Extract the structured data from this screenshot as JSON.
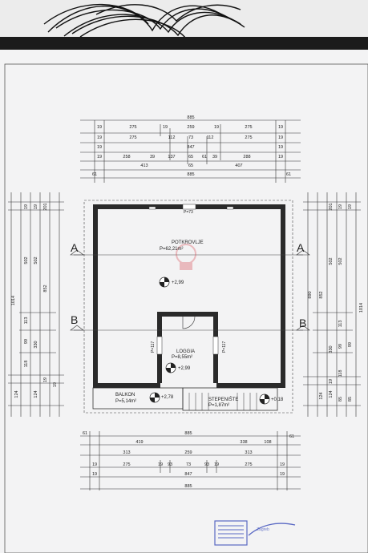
{
  "title_sheet": {
    "room_main_name": "POTKROVLJE",
    "room_main_area": "P=62,21m²",
    "room_loggia_name": "LOGGIA",
    "room_loggia_area": "P=8,55m²",
    "balcony_name": "BALKON",
    "balcony_area": "P=5,14m²",
    "stair_name": "STEPENIŠTE",
    "stair_area": "P=1,87m²",
    "level_main": "+2,99",
    "level_loggia": "+2,99",
    "level_balcony": "+2,78",
    "level_stair": "+0,18",
    "section_a": "A",
    "section_b": "B",
    "opening_top": "P=73",
    "opening_left": "P=117",
    "opening_right": "P=117"
  },
  "top_dims": {
    "row1": [
      "19",
      "275",
      "19",
      "259",
      "19",
      "275",
      "19"
    ],
    "row2": [
      "19",
      "275",
      "112",
      "73",
      "112",
      "275",
      "19"
    ],
    "row3": [
      "19",
      "847",
      "19"
    ],
    "row4": [
      "19",
      "258",
      "39",
      "137",
      "65",
      "61",
      "39",
      "288",
      "19"
    ],
    "row5": [
      "413",
      "65",
      "407"
    ],
    "row6": [
      "61",
      "885",
      "61"
    ],
    "total": "885"
  },
  "bottom_dims": {
    "total_top": "885",
    "row1": [
      "61",
      "61"
    ],
    "row2": [
      "419",
      "338",
      "108"
    ],
    "row3": [
      "313",
      "259",
      "313"
    ],
    "row4": [
      "19",
      "275",
      "19",
      "93",
      "73",
      "93",
      "19",
      "275",
      "19"
    ],
    "row5": [
      "19",
      "847",
      "19"
    ],
    "total_bottom": "885"
  },
  "left_dims": {
    "col1": [
      "1014"
    ],
    "col2": [
      "852"
    ],
    "col3": [
      "502",
      "113",
      "99",
      "118",
      "124"
    ],
    "col4": [
      "502",
      "330",
      "124"
    ],
    "col5": [
      "201",
      "19",
      "19",
      "19",
      "19"
    ]
  },
  "right_dims": {
    "col1": [
      "890",
      "1014"
    ],
    "col2": [
      "852",
      "330",
      "124"
    ],
    "col3": [
      "502",
      "113",
      "99",
      "118",
      "124",
      "85"
    ],
    "col4": [
      "502",
      "99",
      "85"
    ],
    "col5": [
      "201",
      "19",
      "19",
      "19"
    ]
  },
  "stamp": {
    "text": "Zagreb"
  },
  "colors": {
    "paper": "#f4f4f5",
    "line": "#2b2b2b",
    "stamp": "#3346b8",
    "watermark": "#d8505a"
  }
}
